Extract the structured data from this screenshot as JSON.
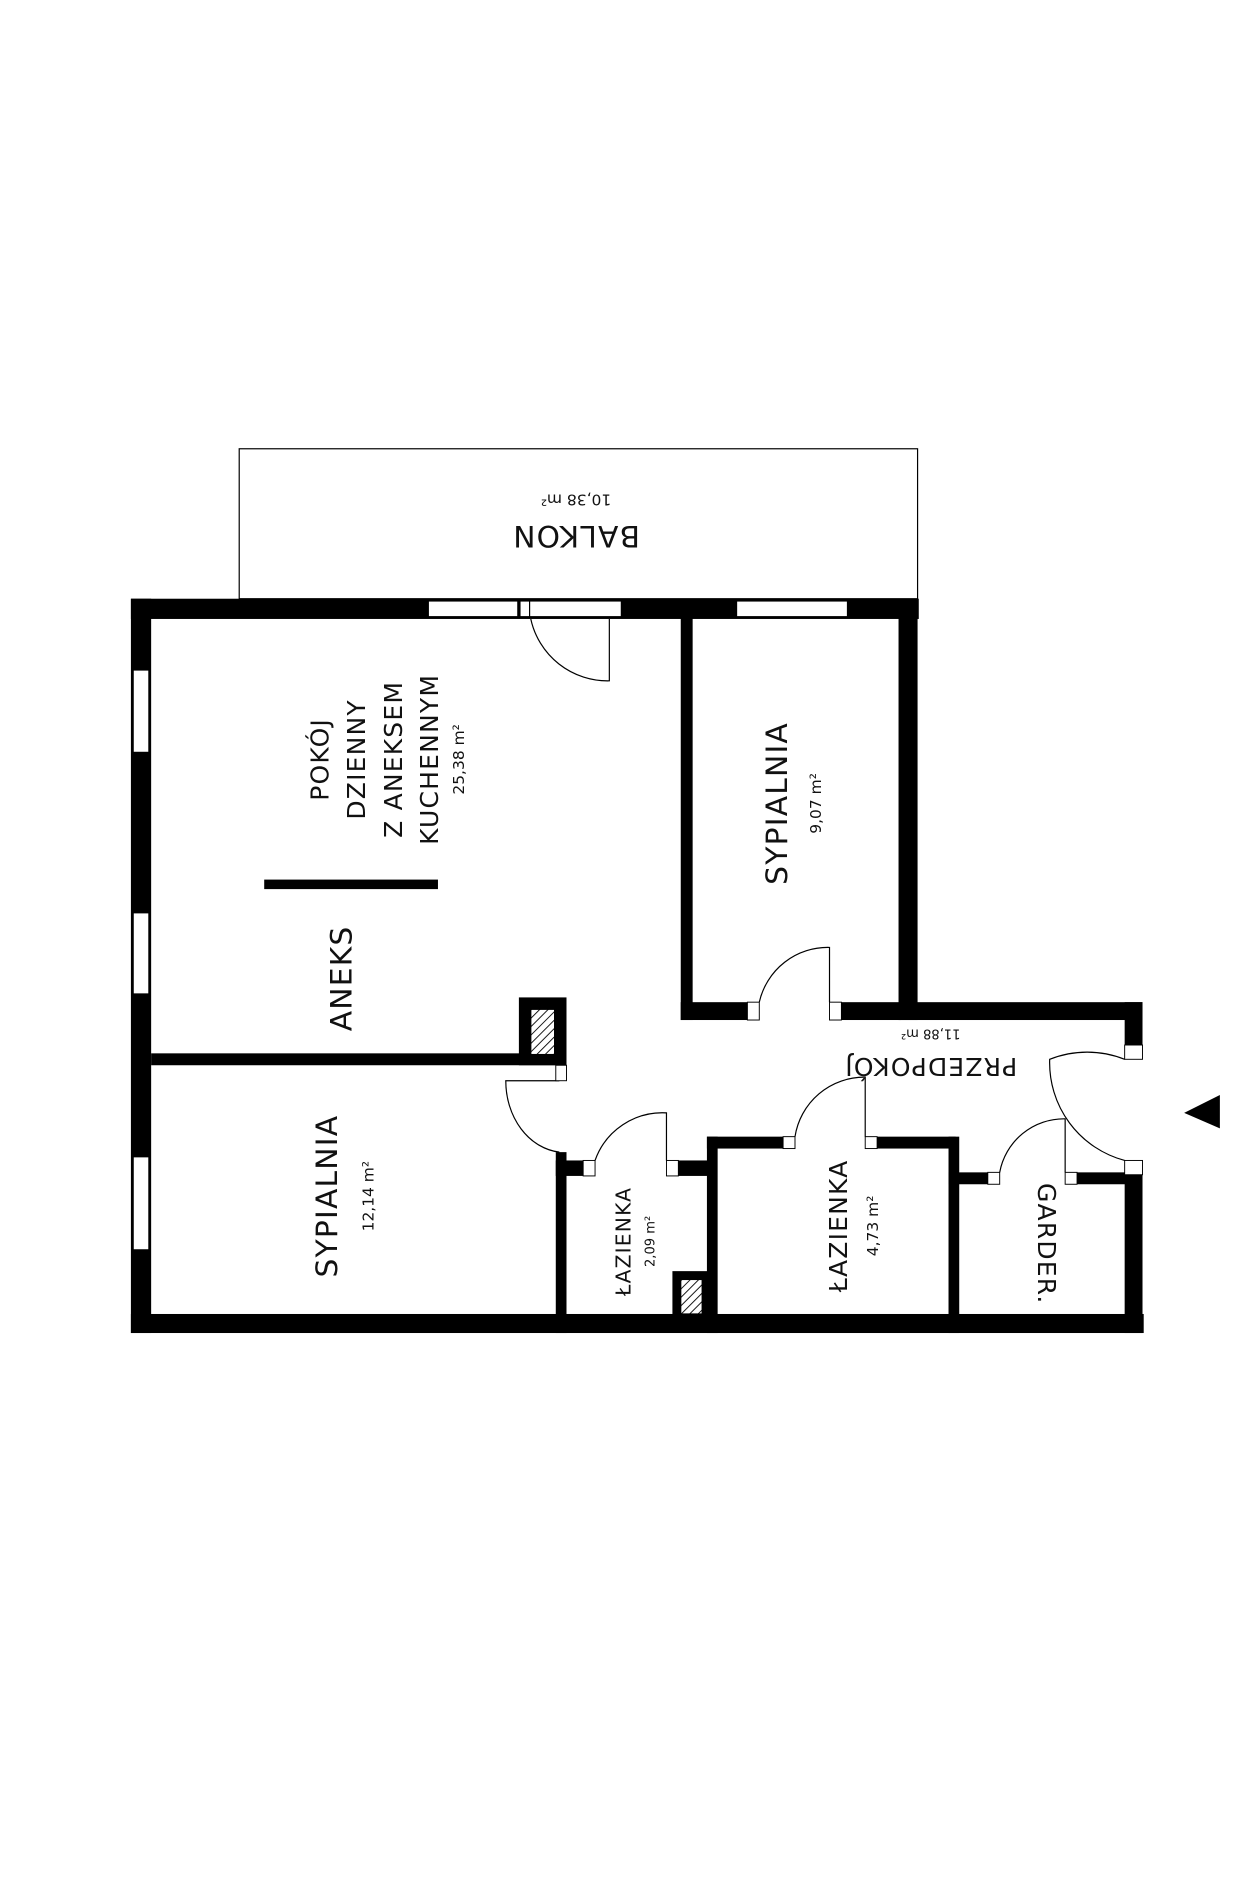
{
  "plan": {
    "rooms": [
      {
        "id": "balkon",
        "name": "BALKON",
        "area": "10,38 m²"
      },
      {
        "id": "living",
        "name_lines": [
          "POKÓJ",
          "DZIENNY",
          "Z ANEKSEM",
          "KUCHENNYM"
        ],
        "area": "25,38 m²"
      },
      {
        "id": "aneks",
        "name": "ANEKS"
      },
      {
        "id": "bedroom-small",
        "name": "SYPIALNIA",
        "area": "9,07 m²"
      },
      {
        "id": "bedroom-large",
        "name": "SYPIALNIA",
        "area": "12,14 m²"
      },
      {
        "id": "hall",
        "name": "PRZEDPOKÓJ",
        "area": "11,88 m²"
      },
      {
        "id": "bath-small",
        "name": "ŁAZIENKA",
        "area": "2,09 m²"
      },
      {
        "id": "bath-large",
        "name": "ŁAZIENKA",
        "area": "4,73 m²"
      },
      {
        "id": "wardrobe",
        "name": "GARDER."
      }
    ],
    "entrance_icon": "entrance-arrow-icon"
  }
}
